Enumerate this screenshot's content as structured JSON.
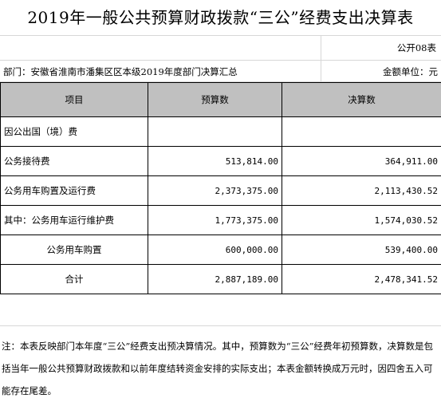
{
  "title": "2019年一般公共预算财政拨款“三公”经费支出决算表",
  "form_no": "公开08表",
  "department": "部门：安徽省淮南市潘集区区本级2019年度部门决算汇总",
  "unit": "金额单位：元",
  "table": {
    "headers": [
      "项目",
      "预算数",
      "决算数"
    ],
    "rows": [
      {
        "item": "因公出国（境）费",
        "budget": "",
        "actual": ""
      },
      {
        "item": "公务接待费",
        "budget": "513,814.00",
        "actual": "364,911.00"
      },
      {
        "item": "公务用车购置及运行费",
        "budget": "2,373,375.00",
        "actual": "2,113,430.52"
      },
      {
        "item": "其中：公务用车运行维护费",
        "budget": "1,773,375.00",
        "actual": "1,574,030.52"
      },
      {
        "item": "公务用车购置",
        "budget": "600,000.00",
        "actual": "539,400.00"
      },
      {
        "item": "合计",
        "budget": "2,887,189.00",
        "actual": "2,478,341.52"
      }
    ]
  },
  "note": "注：本表反映部门本年度“三公”经费支出预决算情况。其中，预算数为“三公”经费年初预算数，决算数是包括当年一般公共预算财政拨款和以前年度结转资金安排的实际支出；本表金额转换成万元时，因四舍五入可能存在尾差。"
}
